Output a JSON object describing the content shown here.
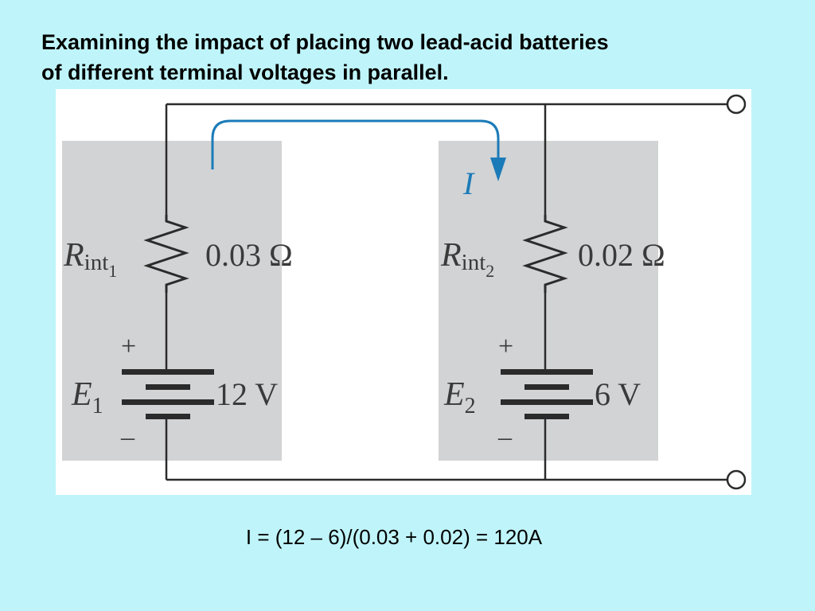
{
  "title": {
    "line1": "Examining the impact of placing two lead-acid batteries",
    "line2": "of different terminal voltages in parallel."
  },
  "circuit": {
    "current_label": "I",
    "battery1": {
      "r_symbol": "R",
      "r_subscript": "int",
      "r_index": "1",
      "r_value": "0.03 Ω",
      "e_symbol": "E",
      "e_index": "1",
      "plus": "+",
      "minus": "–",
      "e_value": "12 V"
    },
    "battery2": {
      "r_symbol": "R",
      "r_subscript": "int",
      "r_index": "2",
      "r_value": "0.02 Ω",
      "e_symbol": "E",
      "e_index": "2",
      "plus": "+",
      "minus": "–",
      "e_value": "6 V"
    },
    "colors": {
      "panel": "#d2d3d5",
      "wire": "#2b2b2b",
      "arrow": "#1b7bb8"
    }
  },
  "equation": "I = (12 – 6)/(0.03 + 0.02) = 120A"
}
